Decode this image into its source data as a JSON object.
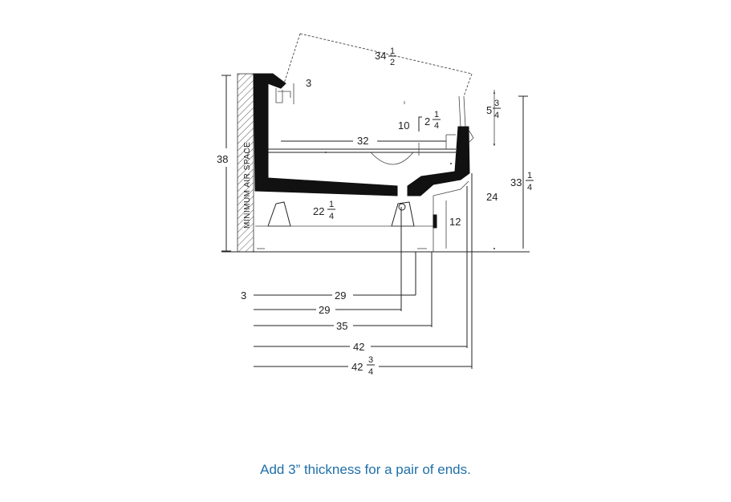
{
  "diagram": {
    "labels": {
      "wall_label": "MINIMUM AIR SPACE",
      "d_34_half_whole": "34",
      "d_34_half_num": "1",
      "d_34_half_den": "2",
      "d_3_top": "3",
      "d_5_3_4_whole": "5",
      "d_5_3_4_num": "3",
      "d_5_3_4_den": "4",
      "d_10": "10",
      "d_2_1_4_whole": "2",
      "d_2_1_4_num": "1",
      "d_2_1_4_den": "4",
      "d_32": "32",
      "d_38": "38",
      "d_33_1_4_whole": "33",
      "d_33_1_4_num": "1",
      "d_33_1_4_den": "4",
      "d_24": "24",
      "d_22_1_4_whole": "22",
      "d_22_1_4_num": "1",
      "d_22_1_4_den": "4",
      "d_12": "12",
      "d_3_left": "3",
      "d_29_a": "29",
      "d_29_b": "29",
      "d_35": "35",
      "d_42": "42",
      "d_42_3_4_whole": "42",
      "d_42_3_4_num": "3",
      "d_42_3_4_den": "4"
    }
  },
  "caption": {
    "text": "Add 3” thickness for a pair of ends."
  },
  "colors": {
    "caption": "#1f6fa8",
    "line": "#222222"
  }
}
